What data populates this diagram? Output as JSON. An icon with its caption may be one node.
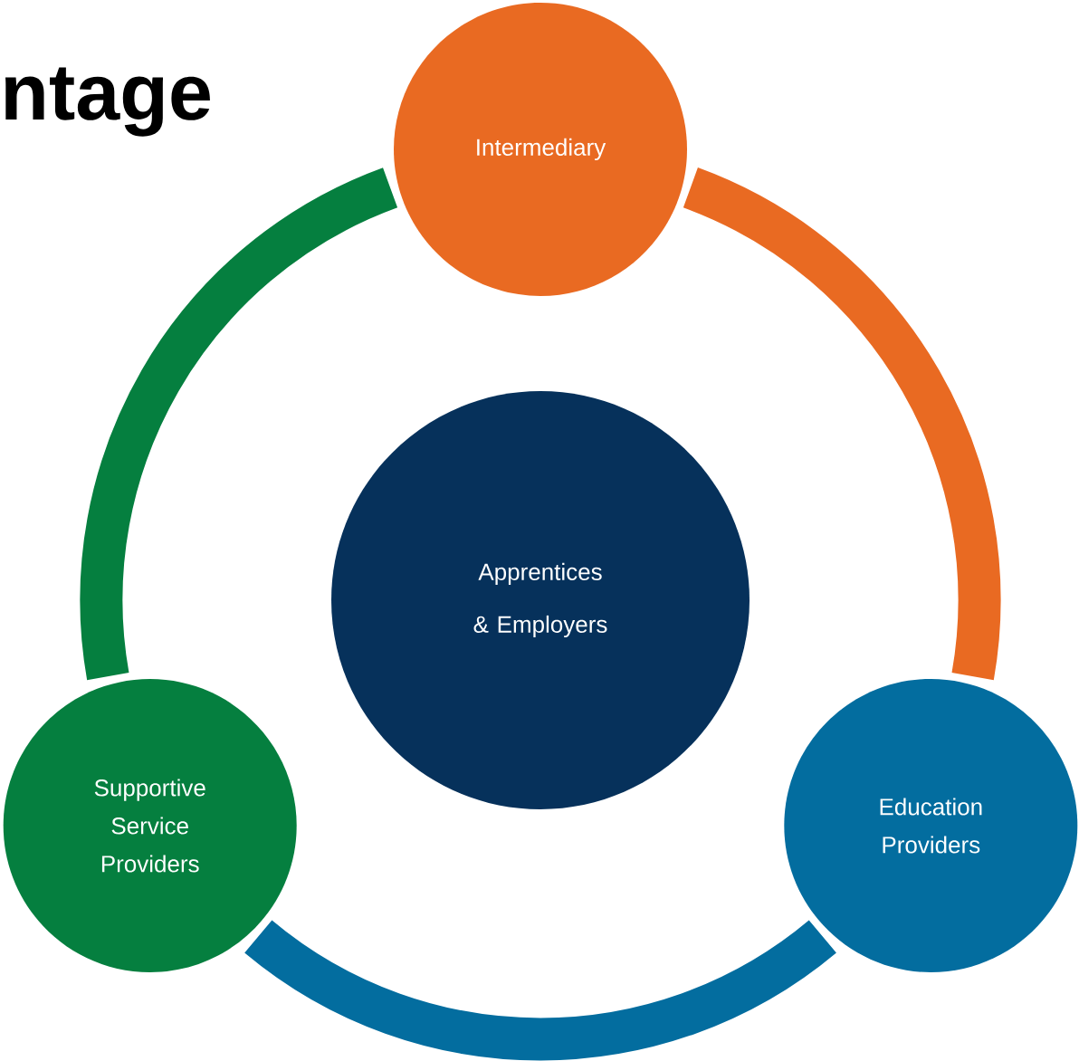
{
  "diagram": {
    "title": "ntage",
    "nodes": [
      {
        "text": [
          "Intermediary"
        ]
      },
      {
        "text": [
          "Apprentices & Employers"
        ]
      },
      {
        "text": [
          "Supportive Service Providers"
        ]
      },
      {
        "text": [
          "Education Providers"
        ]
      }
    ],
    "edges": [
      {
        "from": 2,
        "to": 0,
        "arrow": "none",
        "color": "#057f3f"
      },
      {
        "from": 0,
        "to": 3,
        "arrow": "none",
        "color": "#e96a22"
      },
      {
        "from": 3,
        "to": 2,
        "arrow": "none",
        "color": "#036d9f"
      }
    ]
  }
}
